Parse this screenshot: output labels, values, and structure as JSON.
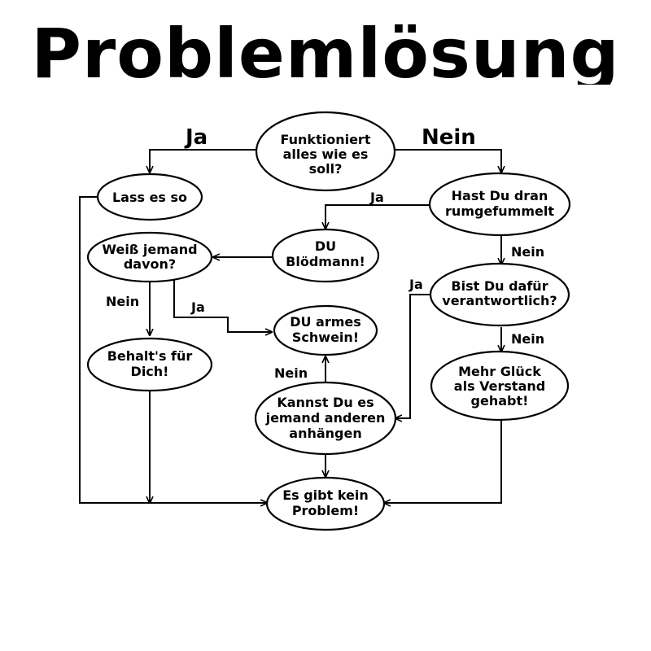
{
  "title": "Problemlösung",
  "colors": {
    "ink": "#000000",
    "background": "#ffffff"
  },
  "nodes": {
    "start": [
      "Funktioniert",
      "alles wie es",
      "soll?"
    ],
    "lass": [
      "Lass es so"
    ],
    "dran": [
      "Hast Du dran",
      "rumgefummelt"
    ],
    "weiss": [
      "Weiß jemand",
      "davon?"
    ],
    "bloed": [
      "DU",
      "Blödmann!"
    ],
    "verantw": [
      "Bist Du dafür",
      "verantwortlich?"
    ],
    "schwein": [
      "DU armes",
      "Schwein!"
    ],
    "behalt": [
      "Behalt's für",
      "Dich!"
    ],
    "glueck": [
      "Mehr Glück",
      "als Verstand",
      "gehabt!"
    ],
    "kannst": [
      "Kannst Du es",
      "jemand anderen",
      "anhängen"
    ],
    "problem": [
      "Es gibt kein",
      "Problem!"
    ]
  },
  "edge_labels": {
    "start_ja": "Ja",
    "start_nein": "Nein",
    "dran_ja": "Ja",
    "dran_nein": "Nein",
    "weiss_nein": "Nein",
    "weiss_ja": "Ja",
    "verantw_ja": "Ja",
    "verantw_nein": "Nein",
    "kannst_nein": "Nein"
  }
}
